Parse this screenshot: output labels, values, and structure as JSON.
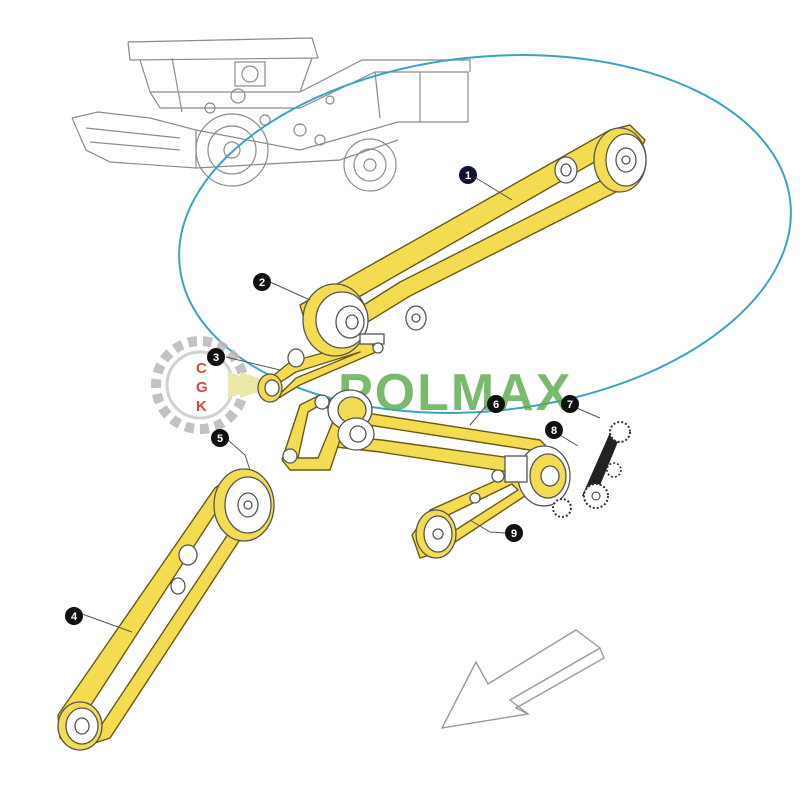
{
  "colors": {
    "belt_fill": "#f4dc52",
    "belt_stroke": "#6b5a14",
    "line_art": "#8c8c8c",
    "highlight_ellipse": "#3aa3c7",
    "callout_fill": "#111111",
    "callout_text": "#ffffff",
    "watermark_green": "#5ba84c",
    "watermark_gear": "#b8b8b8",
    "watermark_red": "#d64a3a",
    "arrow_outline": "#9a9a9a"
  },
  "callouts": [
    {
      "id": "1",
      "label": "1"
    },
    {
      "id": "2",
      "label": "2"
    },
    {
      "id": "3",
      "label": "3"
    },
    {
      "id": "4",
      "label": "4"
    },
    {
      "id": "5",
      "label": "5"
    },
    {
      "id": "6",
      "label": "6"
    },
    {
      "id": "7",
      "label": "7"
    },
    {
      "id": "8",
      "label": "8"
    },
    {
      "id": "9",
      "label": "9"
    }
  ],
  "watermark": {
    "brand": "POLMAX",
    "emblem_letters": [
      "C",
      "G",
      "K"
    ]
  },
  "icons": {
    "direction": "travel-direction-arrow-icon",
    "machine": "combine-harvester-icon",
    "watermark": "gear-logo-icon"
  }
}
